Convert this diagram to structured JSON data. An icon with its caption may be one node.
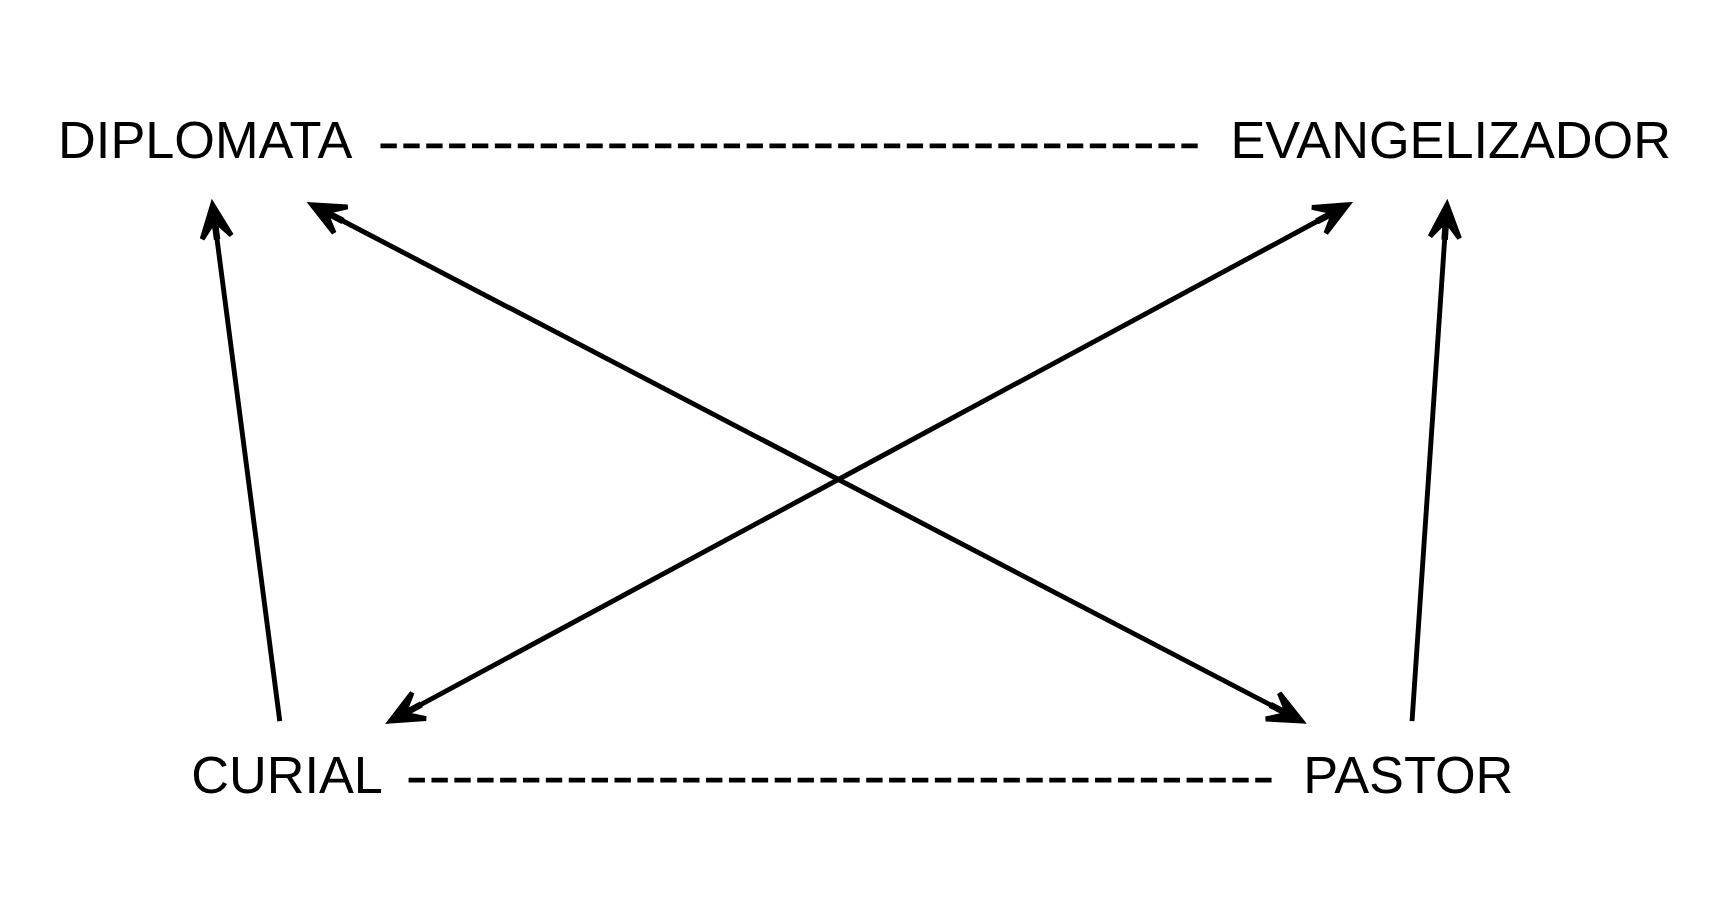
{
  "diagram": {
    "nodes": [
      {
        "text": [
          "DIPLOMATA"
        ]
      },
      {
        "text": [
          "EVANGELIZADOR"
        ]
      },
      {
        "text": [
          "CURIAL"
        ]
      },
      {
        "text": [
          "PASTOR"
        ]
      }
    ],
    "edges": [
      {
        "from": 0,
        "to": 1,
        "arrow": "none",
        "style": "dashed"
      },
      {
        "from": 2,
        "to": 3,
        "arrow": "none",
        "style": "dashed"
      },
      {
        "from": 2,
        "to": 0,
        "arrow": "to"
      },
      {
        "from": 3,
        "to": 1,
        "arrow": "to"
      },
      {
        "from": 0,
        "to": 3,
        "arrow": "both"
      },
      {
        "from": 2,
        "to": 1,
        "arrow": "both"
      }
    ]
  }
}
